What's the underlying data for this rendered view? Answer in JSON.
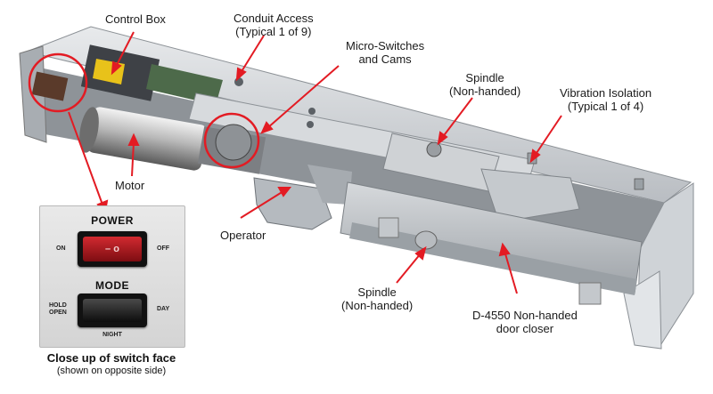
{
  "callouts": {
    "control_box": "Control Box",
    "conduit_access": "Conduit Access",
    "conduit_access_sub": "(Typical 1 of 9)",
    "micro_switches_1": "Micro-Switches",
    "micro_switches_2": "and Cams",
    "spindle_top": "Spindle",
    "spindle_top_sub": "(Non-handed)",
    "vibration_isolation": "Vibration Isolation",
    "vibration_isolation_sub": "(Typical 1 of 4)",
    "motor": "Motor",
    "operator": "Operator",
    "spindle_bottom": "Spindle",
    "spindle_bottom_sub": "(Non-handed)",
    "door_closer_1": "D-4550 Non-handed",
    "door_closer_2": "door closer"
  },
  "switch_face": {
    "power_heading": "POWER",
    "on_label": "ON",
    "off_label": "OFF",
    "mode_heading": "MODE",
    "hold_open_line1": "HOLD",
    "hold_open_line2": "OPEN",
    "day_label": "DAY",
    "night_label": "NIGHT",
    "rocker_symbol": "– o"
  },
  "caption": {
    "main": "Close up of switch face",
    "sub": "(shown on opposite side)"
  },
  "colors": {
    "callout_line": "#e31b23",
    "housing": "#c9cdd1",
    "power_rocker": "#b3141c"
  }
}
